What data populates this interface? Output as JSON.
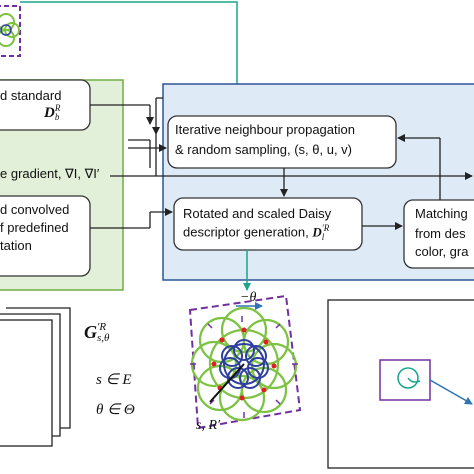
{
  "boxes": {
    "standard": {
      "line1": "d standard",
      "symbol": "D",
      "sup": "R",
      "sub": "b"
    },
    "gradient": {
      "text": "e gradient, ∇I, ∇I′"
    },
    "convolved": {
      "line1": "d convolved",
      "line2": "f predefined",
      "line3": "tation"
    },
    "propagation": {
      "line1": "Iterative neighbour propagation",
      "line2": "& random sampling, (s, θ, u, v)"
    },
    "daisy": {
      "line1": "Rotated and scaled Daisy",
      "line2": "descriptor generation,",
      "symbol": "D",
      "sup": "′R",
      "sub": "l"
    },
    "matching": {
      "line1": "Matching",
      "line2": "from des",
      "line3": "color, gra"
    }
  },
  "labels": {
    "g_symbol": "G",
    "g_sup": "′R",
    "g_sub": "s,θ",
    "s_in_E": "s ∈ E",
    "theta_in_Theta": "θ ∈ Θ",
    "minus_theta": "−θ",
    "s_R": "s, R′"
  },
  "colors": {
    "left_panel_fill": "#e2efd9",
    "left_panel_border": "#70ad47",
    "right_panel_fill": "#deebf7",
    "right_panel_border": "#2f5597",
    "daisy_green": "#7dc242",
    "daisy_blue": "#2e3fa0",
    "dash_purple": "#7030a0",
    "teal_arrow": "#1aa58a",
    "red_marker": "#e02020"
  }
}
